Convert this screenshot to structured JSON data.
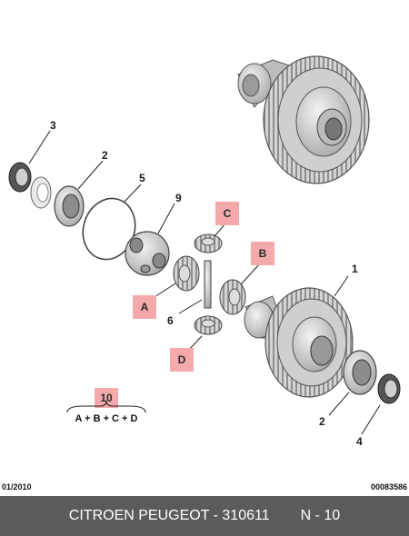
{
  "callouts": {
    "c1": "1",
    "c2a": "2",
    "c2b": "2",
    "c3": "3",
    "c4": "4",
    "c5": "5",
    "c6": "6",
    "c9": "9",
    "tagA": "A",
    "tagB": "B",
    "tagC": "C",
    "tagD": "D",
    "tag10": "10"
  },
  "formula": "A + B + C + D",
  "footer": {
    "date_code": "01/2010",
    "ref_code": "00083586",
    "brand_part": "CITROEN PEUGEOT - 310611",
    "item": "N - 10"
  },
  "colors": {
    "tag_fill": "#f4aaaa",
    "footer_bg": "#5b5b5b",
    "footer_text": "#ffffff",
    "part_grey": "#c9c9c9"
  }
}
